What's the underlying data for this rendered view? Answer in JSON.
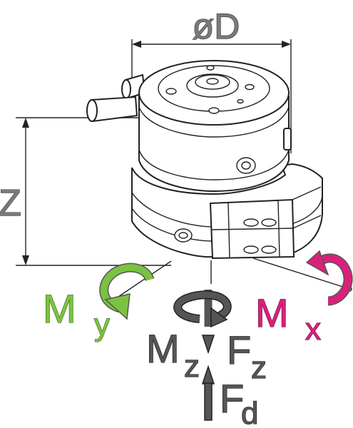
{
  "labels": {
    "diameter": "øD",
    "height": "Z",
    "moment_y_main": "M",
    "moment_y_sub": "y",
    "moment_x_main": "M",
    "moment_x_sub": "x",
    "moment_z_main": "M",
    "moment_z_sub": "z",
    "force_z_main": "F",
    "force_z_sub": "z",
    "force_d_main": "F",
    "force_d_sub": "d"
  },
  "colors": {
    "outline": "#222222",
    "dimension_text": "#7a7a7a",
    "moment_y": "#7cc242",
    "moment_x": "#d9217b",
    "moment_z": "#555555",
    "force": "#555555"
  }
}
